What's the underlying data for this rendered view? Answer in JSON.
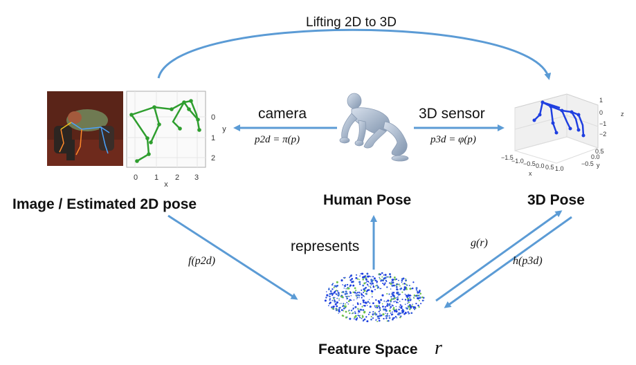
{
  "title_arrow": {
    "label": "Lifting 2D to 3D"
  },
  "nodes": {
    "image": {
      "label": "Image / Estimated 2D pose"
    },
    "human": {
      "label": "Human Pose"
    },
    "pose3d": {
      "label": "3D Pose"
    },
    "feature": {
      "label": "Feature Space",
      "symbol": "r"
    }
  },
  "edges": {
    "camera": {
      "label": "camera",
      "formula": "p2d = π(p)"
    },
    "sensor": {
      "label": "3D sensor",
      "formula": "p3d = φ(p)"
    },
    "represents": {
      "label": "represents"
    },
    "f": {
      "formula": "f(p2d)"
    },
    "g": {
      "formula": "g(r)"
    },
    "h": {
      "formula": "h(p3d)"
    }
  },
  "plot2d": {
    "xticks": [
      "0",
      "1",
      "2",
      "3"
    ],
    "yticks": [
      "0",
      "1",
      "2"
    ],
    "xlabel": "x",
    "ylabel": "y"
  },
  "plot3d": {
    "zticks": [
      "1",
      "0",
      "−1",
      "−2"
    ],
    "zlabel": "z",
    "xticks": [
      "−1.5",
      "−1.0",
      "−0.5",
      "0.0",
      "0.5",
      "1.0"
    ],
    "xlabel": "x",
    "yticks": [
      "0.5",
      "0.0",
      "−0.5"
    ],
    "ylabel": "y"
  },
  "colors": {
    "arrow": "#5b9bd5",
    "skeleton2d": "#2e9e2e",
    "skeleton3d": "#1f3fe0"
  }
}
